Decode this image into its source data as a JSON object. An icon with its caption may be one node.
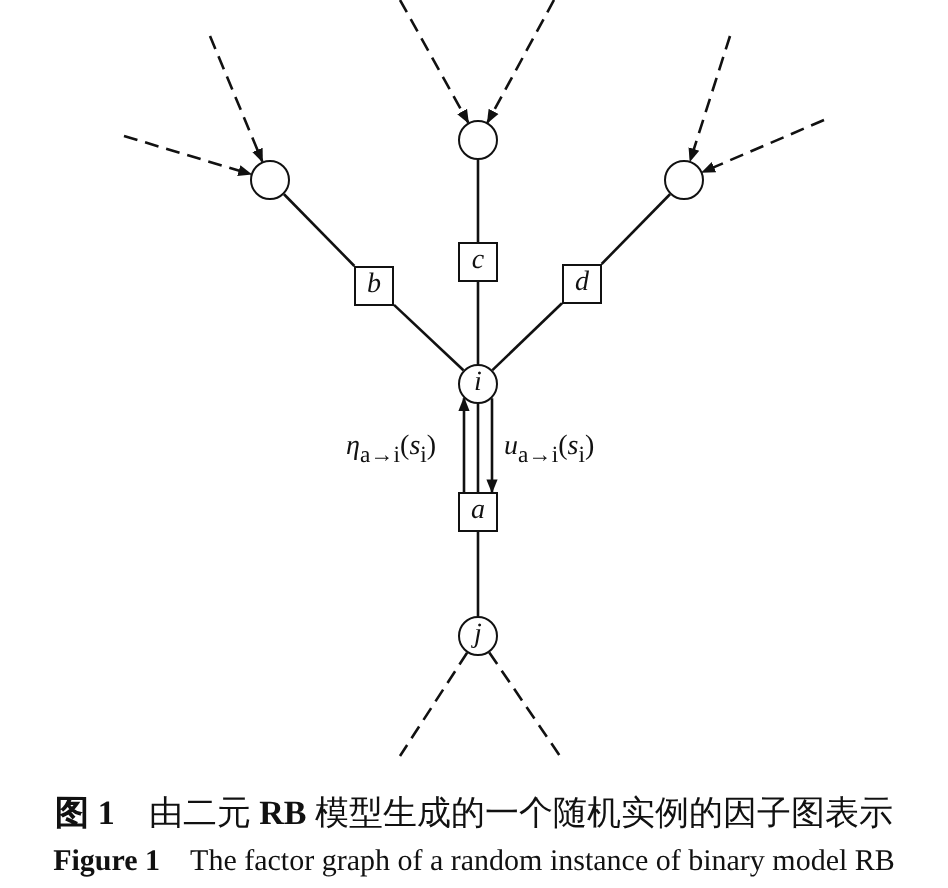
{
  "diagram": {
    "caption": "**图 1**　由二元 **RB** 模型生成的一个随机实例的因子图表示",
    "nodes": [
      {
        "text": [],
        "shape": "circle"
      },
      {
        "text": [],
        "shape": "circle"
      },
      {
        "text": [],
        "shape": "circle"
      },
      {
        "text": [
          "c"
        ]
      },
      {
        "text": [
          "b"
        ]
      },
      {
        "text": [
          "d"
        ]
      },
      {
        "text": [
          "i"
        ]
      },
      {
        "text": [
          "a"
        ]
      },
      {
        "text": [
          "j"
        ]
      }
    ],
    "edges": [
      {
        "from": 6,
        "to": 4,
        "arrow": "none"
      },
      {
        "from": 4,
        "to": 1,
        "arrow": "none"
      },
      {
        "from": 6,
        "to": 3,
        "arrow": "none"
      },
      {
        "from": 3,
        "to": 0,
        "arrow": "none"
      },
      {
        "from": 6,
        "to": 5,
        "arrow": "none"
      },
      {
        "from": 5,
        "to": 2,
        "arrow": "none"
      },
      {
        "from": null,
        "to": 1,
        "arrow": "to",
        "style": "dashed"
      },
      {
        "from": null,
        "to": 1,
        "arrow": "to",
        "style": "dashed"
      },
      {
        "from": null,
        "to": 0,
        "arrow": "to",
        "style": "dashed"
      },
      {
        "from": null,
        "to": 0,
        "arrow": "to",
        "style": "dashed"
      },
      {
        "from": null,
        "to": 2,
        "arrow": "to",
        "style": "dashed"
      },
      {
        "from": null,
        "to": 2,
        "arrow": "to",
        "style": "dashed"
      },
      {
        "from": 6,
        "to": 7,
        "arrow": "none"
      },
      {
        "from": 7,
        "to": 6,
        "arrow": "to",
        "label": "*η*$_{a→i}$(*s*$_{i}$)"
      },
      {
        "from": 6,
        "to": 7,
        "arrow": "to",
        "label": "*u*$_{a→i}$(*s*$_{i}$)"
      },
      {
        "from": 7,
        "to": 8,
        "arrow": "none"
      },
      {
        "from": 8,
        "to": null,
        "arrow": "none",
        "style": "dashed"
      },
      {
        "from": 8,
        "to": null,
        "arrow": "none",
        "style": "dashed"
      }
    ],
    "labels": [
      "**Figure 1**　The factor graph of a random instance of binary model RB"
    ]
  }
}
